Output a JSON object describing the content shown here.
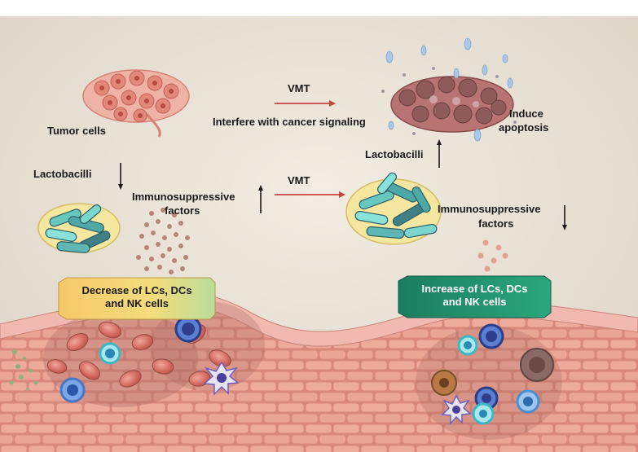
{
  "labels": {
    "vmt_top": "VMT",
    "vmt_middle": "VMT",
    "interfere": "Interfere with cancer signaling",
    "tumor_cells": "Tumor cells",
    "induce_line1": "Induce",
    "induce_line2": "apoptosis",
    "lactobacilli_left": "Lactobacilli",
    "lactobacilli_right": "Lactobacilli",
    "immuno_left_line1": "Immunosuppressive",
    "immuno_left_line2": "factors",
    "immuno_right_line1": "Immunosuppressive",
    "immuno_right_line2": "factors"
  },
  "banners": {
    "decrease_line1": "Decrease of LCs, DCs",
    "decrease_line2": "and NK cells",
    "increase_line1": "Increase of LCs, DCs",
    "increase_line2": "and NK cells"
  },
  "colors": {
    "background": "#e9e2d7",
    "arrow_red": "#c8463c",
    "banner_yellow": "#f3d774",
    "banner_green": "#1f8a68",
    "tissue": "#e8a092",
    "tumor": "#e58f84"
  }
}
